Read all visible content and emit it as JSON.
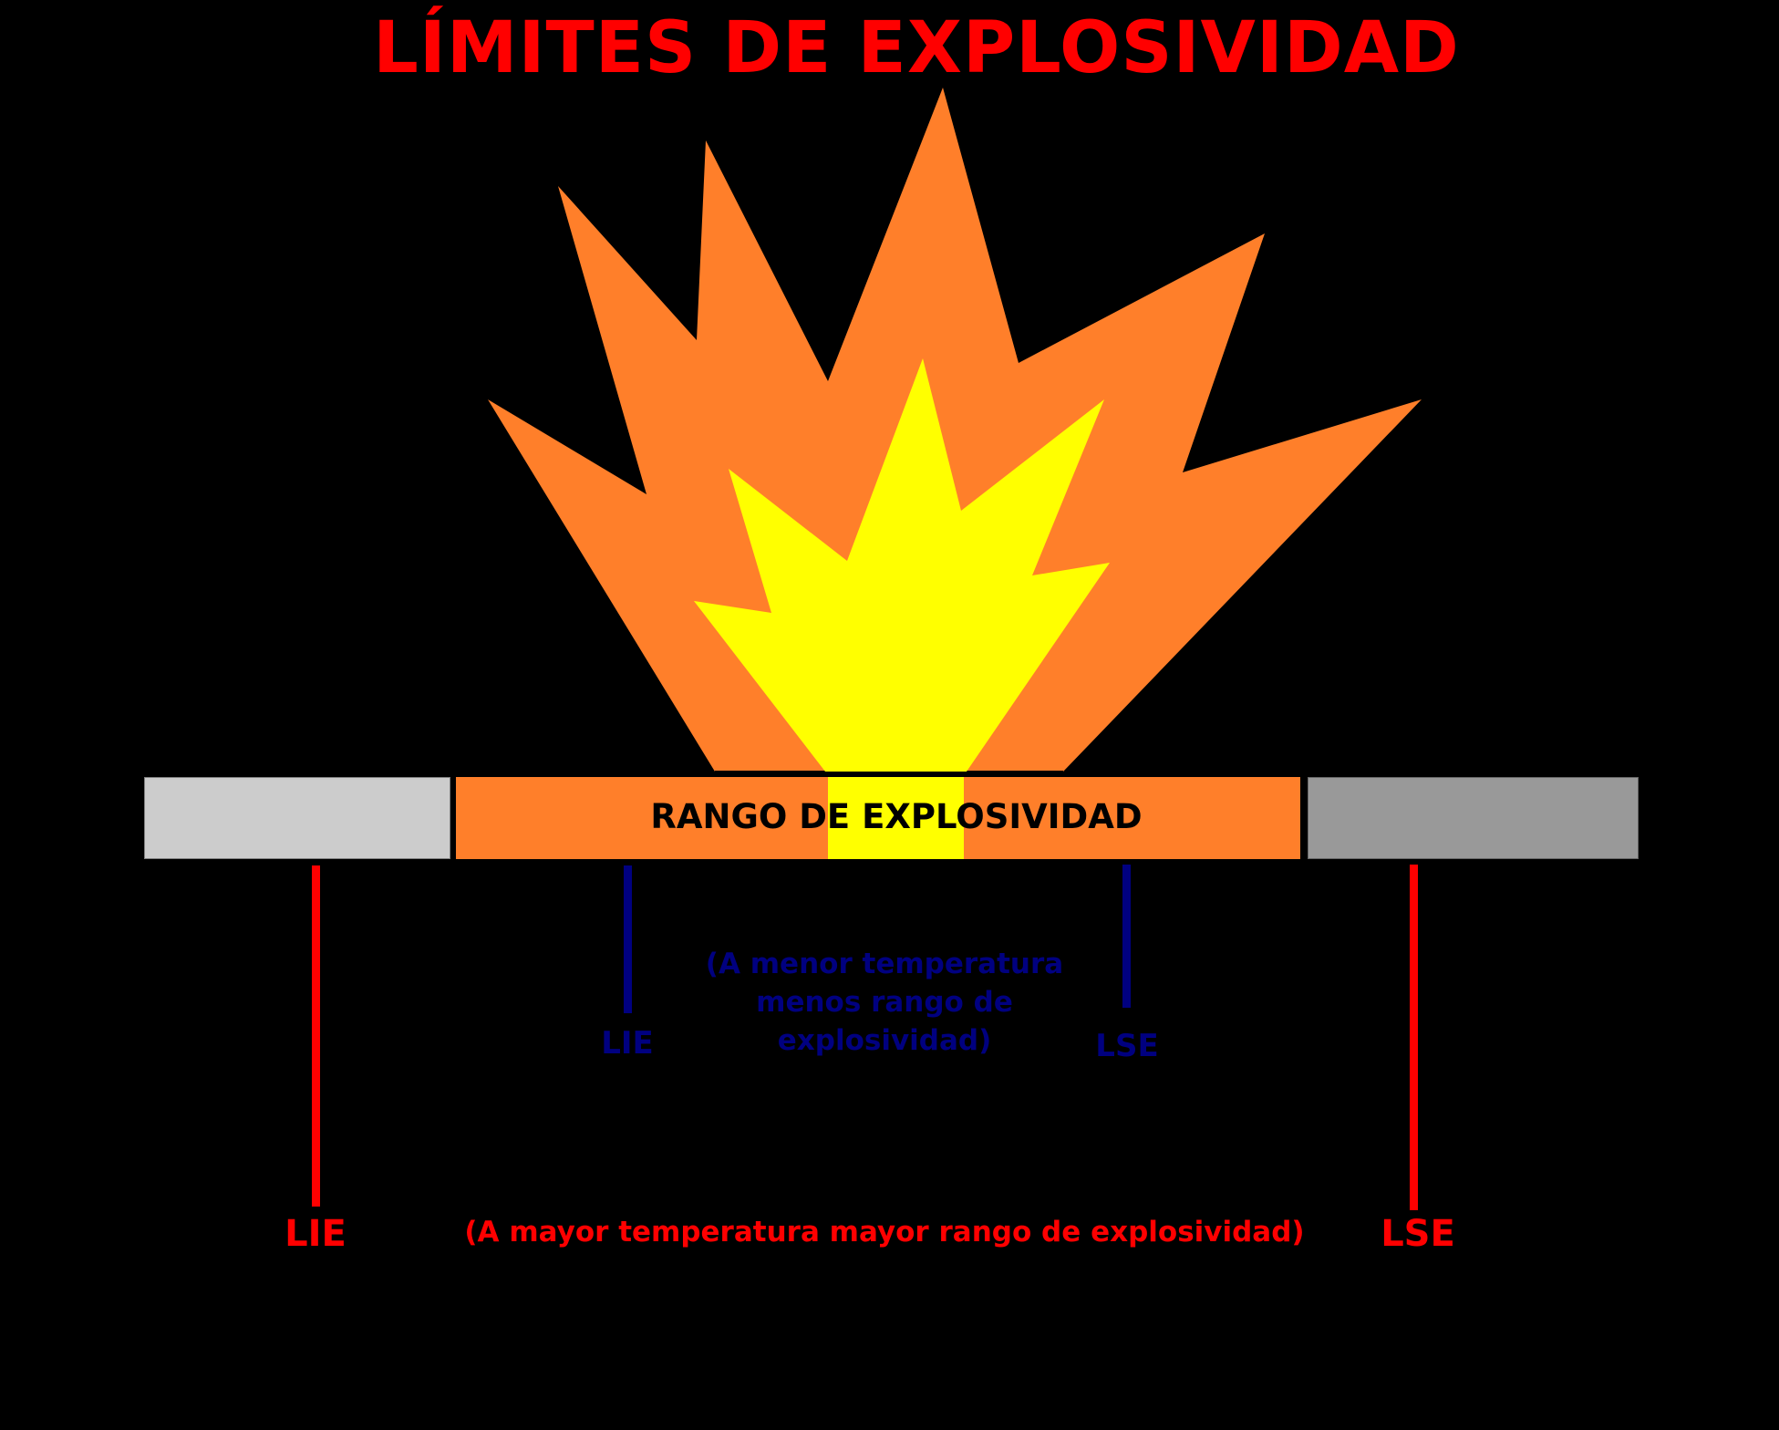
{
  "title": "LÍMITES DE EXPLOSIVIDAD",
  "colors": {
    "title": "#ff0000",
    "flame_outer": "#ff7f2a",
    "flame_inner": "#ffff00",
    "below_range": "#cccccc",
    "above_range": "#999999",
    "high_temp_markers": "#ff0000",
    "low_temp_markers": "#000080",
    "background": "#000000"
  },
  "bar": {
    "range_label": "RANGO DE EXPLOSIVIDAD",
    "segments": [
      "below_LIE",
      "explosive_range",
      "above_LSE"
    ]
  },
  "low_temperature": {
    "lower_limit": "LIE",
    "upper_limit": "LSE",
    "note": "(A menor temperatura menos rango de explosividad)",
    "note_lines": [
      "(A menor temperatura",
      "menos rango de",
      "explosividad)"
    ]
  },
  "high_temperature": {
    "lower_limit": "LIE",
    "upper_limit": "LSE",
    "note": "(A mayor temperatura mayor rango de explosividad)"
  }
}
